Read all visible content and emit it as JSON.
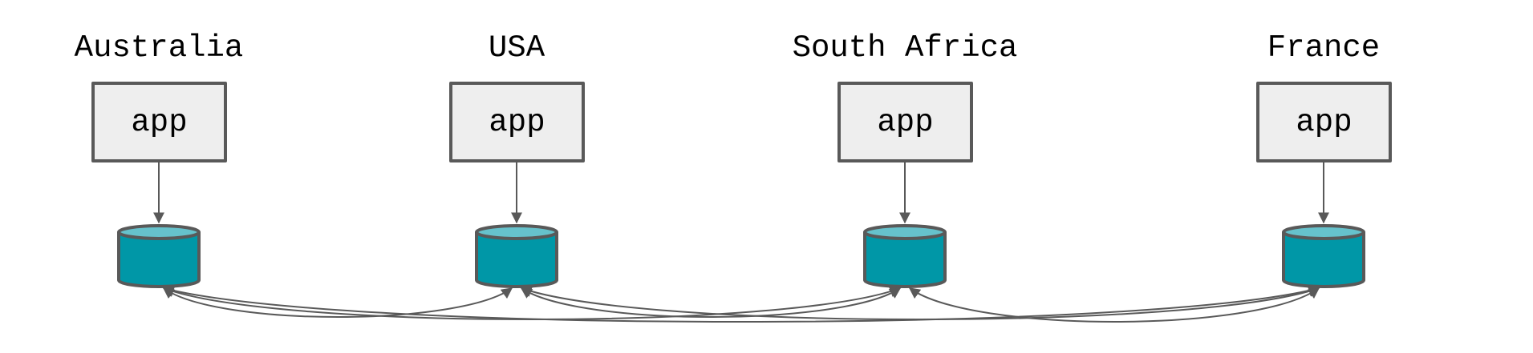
{
  "regions": [
    {
      "name": "Australia",
      "app": "app"
    },
    {
      "name": "USA",
      "app": "app"
    },
    {
      "name": "South Africa",
      "app": "app"
    },
    {
      "name": "France",
      "app": "app"
    }
  ],
  "colors": {
    "stroke": "#595959",
    "box_fill": "#eeeeee",
    "db_body": "#0097a7",
    "db_top": "#66c2cc"
  },
  "replication_links": [
    [
      0,
      1
    ],
    [
      0,
      2
    ],
    [
      0,
      3
    ],
    [
      1,
      2
    ],
    [
      1,
      3
    ],
    [
      2,
      3
    ]
  ]
}
